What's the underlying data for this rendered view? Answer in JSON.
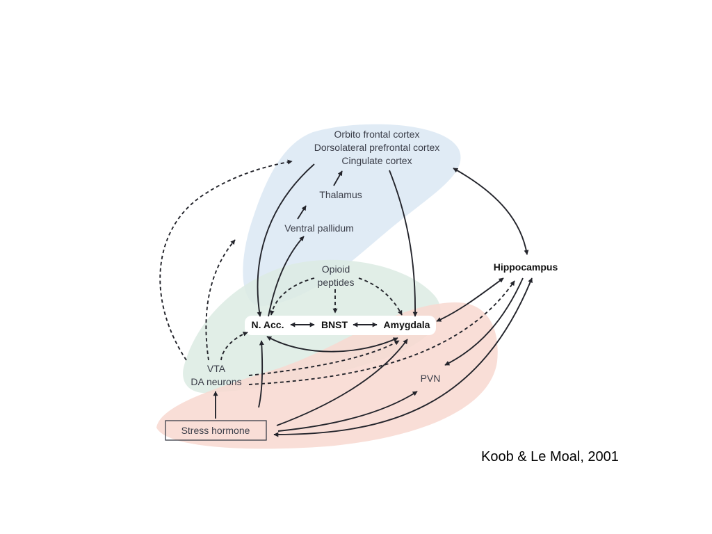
{
  "nodes": {
    "cortex_line1": "Orbito frontal cortex",
    "cortex_line2": "Dorsolateral prefrontal cortex",
    "cortex_line3": "Cingulate cortex",
    "thalamus": "Thalamus",
    "ventral_pallidum": "Ventral pallidum",
    "opioid_line1": "Opioid",
    "opioid_line2": "peptides",
    "hippocampus": "Hippocampus",
    "nacc": "N. Acc.",
    "bnst": "BNST",
    "amygdala": "Amygdala",
    "vta_line1": "VTA",
    "vta_line2": "DA neurons",
    "pvn": "PVN",
    "stress_hormone": "Stress hormone"
  },
  "citation": "Koob & Le Moal, 2001",
  "colors": {
    "cortical_region": "#dbe8f3",
    "limbic_region": "#dcebe3",
    "stress_region": "#f8d8d0",
    "arrow": "#23242b"
  }
}
